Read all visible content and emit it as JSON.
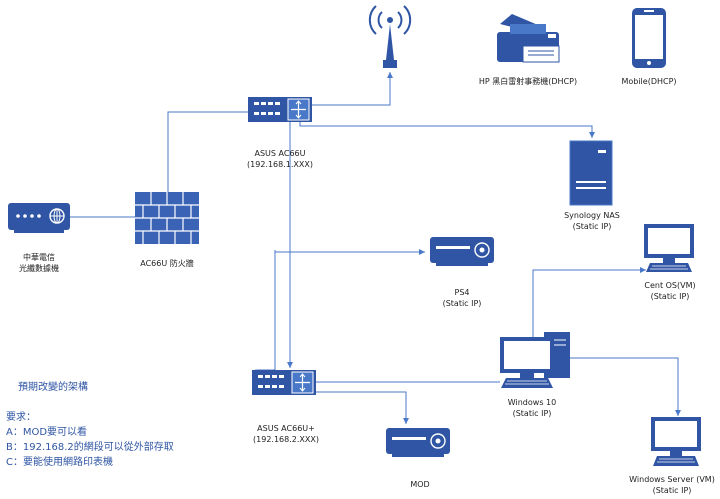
{
  "colors": {
    "device": "#2f55a4",
    "line": "#4a78c8",
    "firewall": "#3a62b5",
    "text": "#222222"
  },
  "nodes": {
    "modem": {
      "icon": "modem-icon",
      "lines": [
        "中華電信",
        "光纖數據機"
      ]
    },
    "firewall": {
      "icon": "firewall-icon",
      "lines": [
        "AC66U 防火牆"
      ]
    },
    "router1": {
      "icon": "router-icon",
      "lines": [
        "ASUS AC66U",
        "(192.168.1.XXX)"
      ]
    },
    "antenna": {
      "icon": "wifi-antenna-icon"
    },
    "printer": {
      "icon": "printer-icon",
      "lines": [
        "HP 黑白雷射事務機(DHCP)"
      ]
    },
    "mobile": {
      "icon": "mobile-phone-icon",
      "lines": [
        "Mobile(DHCP)"
      ]
    },
    "nas": {
      "icon": "server-tower-icon",
      "lines": [
        "Synology NAS",
        "(Static IP)"
      ]
    },
    "centos": {
      "icon": "monitor-icon",
      "lines": [
        "Cent OS(VM)",
        "(Static IP)"
      ]
    },
    "ps4": {
      "icon": "console-icon",
      "lines": [
        "PS4",
        "(Static IP)"
      ]
    },
    "router2": {
      "icon": "router-icon",
      "lines": [
        "ASUS AC66U+",
        "(192.168.2.XXX)"
      ]
    },
    "windows10": {
      "icon": "desktop-pc-icon",
      "lines": [
        "Windows 10",
        "(Static IP)"
      ]
    },
    "mod": {
      "icon": "set-top-box-icon",
      "lines": [
        "MOD"
      ]
    },
    "winserver": {
      "icon": "monitor-icon",
      "lines": [
        "Windows Server (VM)",
        "(Static IP)"
      ]
    }
  },
  "notes": {
    "title": "預期改變的架構",
    "requirements_heading": "要求：",
    "requirements": [
      "A：MOD要可以看",
      "B：192.168.2的網段可以從外部存取",
      "C：要能使用網路印表機"
    ]
  }
}
